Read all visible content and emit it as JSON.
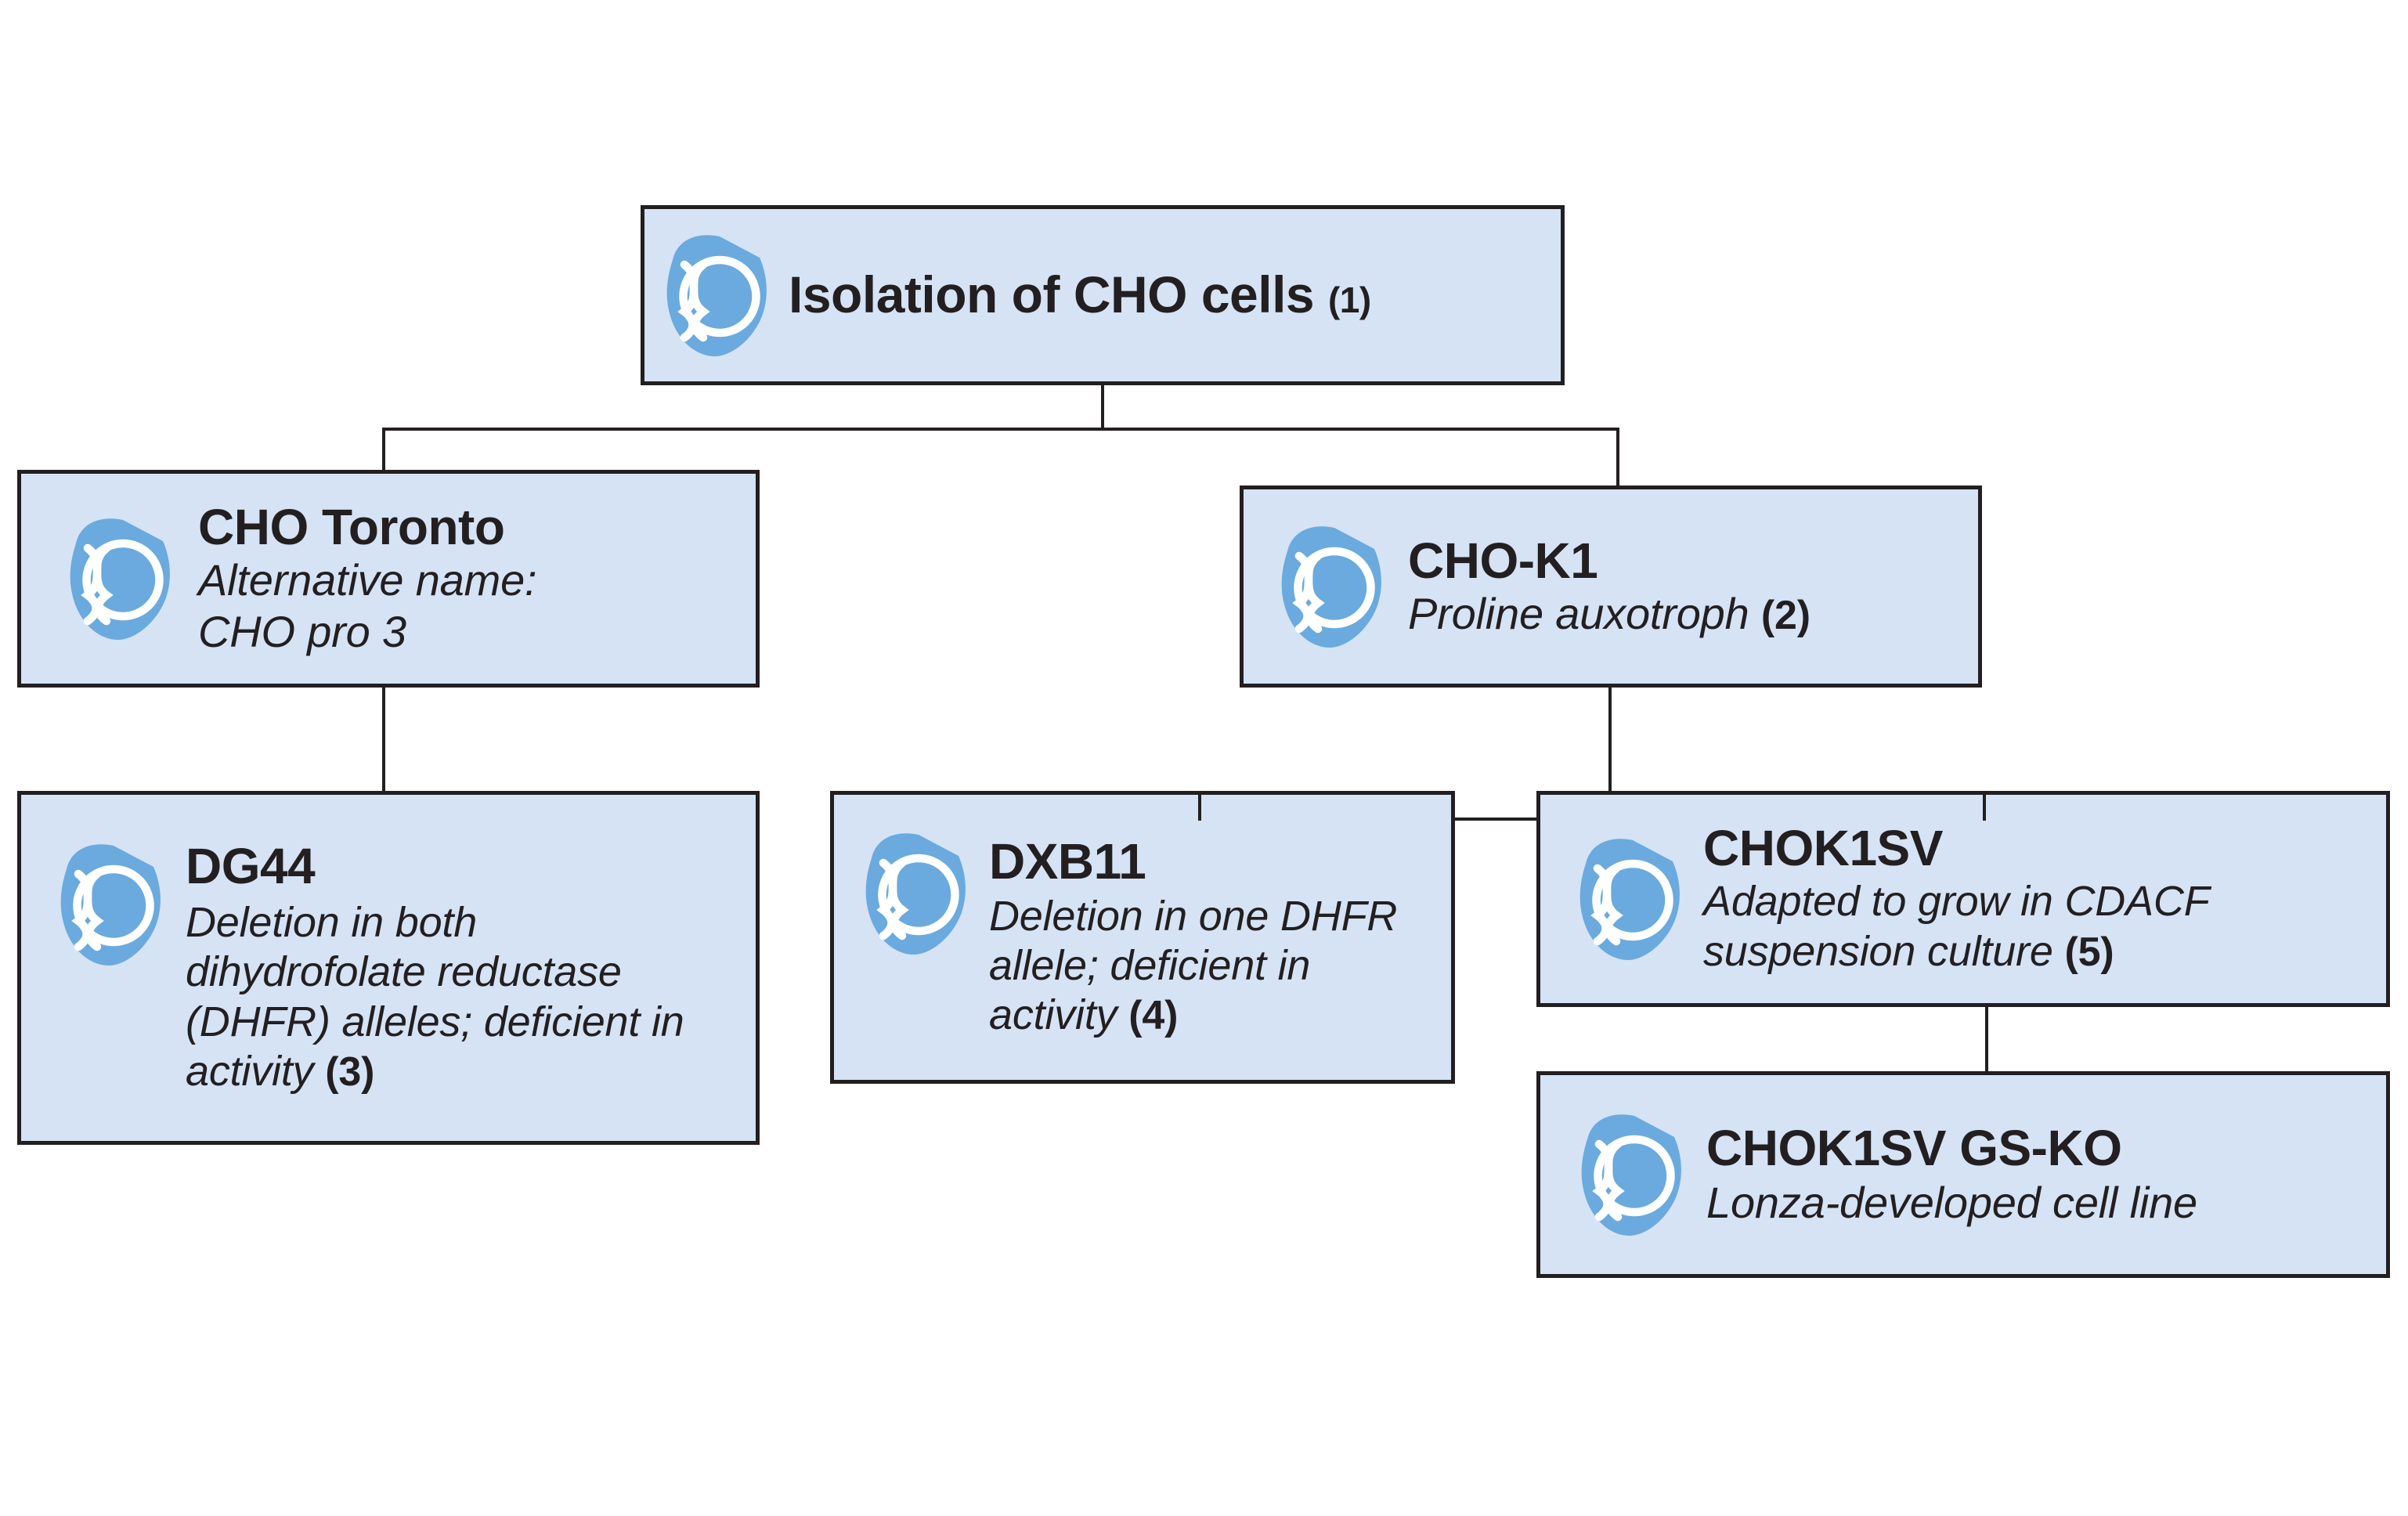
{
  "figure": {
    "type": "hierarchy-tree",
    "title": "CHO cell line lineage",
    "colors": {
      "box_fill": "#d5e3f5",
      "box_border": "#231f20",
      "icon_fill": "#6aaade",
      "icon_detail": "#ffffff",
      "text": "#231f20",
      "connector": "#231f20"
    }
  },
  "nodes": {
    "root": {
      "id": "isolation-of-cho-cells",
      "icon": "cell-dna-icon",
      "title": "Isolation of CHO cells",
      "reference": "(1)",
      "subtitle_lines": []
    },
    "toronto": {
      "id": "cho-toronto",
      "icon": "cell-dna-icon",
      "title": "CHO Toronto",
      "reference": "",
      "subtitle_lines": [
        "Alternative name:",
        "CHO pro 3"
      ]
    },
    "chok1": {
      "id": "cho-k1",
      "icon": "cell-dna-icon",
      "title": "CHO-K1",
      "reference": "",
      "subtitle_lines": [
        "Proline auxotroph "
      ],
      "subtitle_reference": "(2)"
    },
    "dg44": {
      "id": "dg44",
      "icon": "cell-dna-icon",
      "title": "DG44",
      "reference": "",
      "subtitle_lines": [
        "Deletion in both",
        "dihydrofolate reductase",
        "(DHFR) alleles; deficient in",
        "activity "
      ],
      "subtitle_reference": "(3)"
    },
    "dxb11": {
      "id": "dxb11",
      "icon": "cell-dna-icon",
      "title": "DXB11",
      "reference": "",
      "subtitle_lines": [
        "Deletion in one DHFR",
        "allele; deficient in",
        "activity "
      ],
      "subtitle_reference": "(4)"
    },
    "chok1sv": {
      "id": "chok1sv",
      "icon": "cell-dna-icon",
      "title": "CHOK1SV",
      "reference": "",
      "subtitle_lines": [
        "Adapted to grow in CDACF",
        "suspension culture "
      ],
      "subtitle_reference": "(5)"
    },
    "gsko": {
      "id": "chok1sv-gs-ko",
      "icon": "cell-dna-icon",
      "title": "CHOK1SV GS-KO",
      "reference": "",
      "subtitle_lines": [
        "Lonza-developed cell line"
      ],
      "subtitle_reference": ""
    }
  },
  "edges": [
    {
      "from": "isolation-of-cho-cells",
      "to": "cho-toronto"
    },
    {
      "from": "isolation-of-cho-cells",
      "to": "cho-k1"
    },
    {
      "from": "cho-toronto",
      "to": "dg44"
    },
    {
      "from": "cho-k1",
      "to": "dxb11"
    },
    {
      "from": "cho-k1",
      "to": "chok1sv"
    },
    {
      "from": "chok1sv",
      "to": "chok1sv-gs-ko"
    }
  ]
}
